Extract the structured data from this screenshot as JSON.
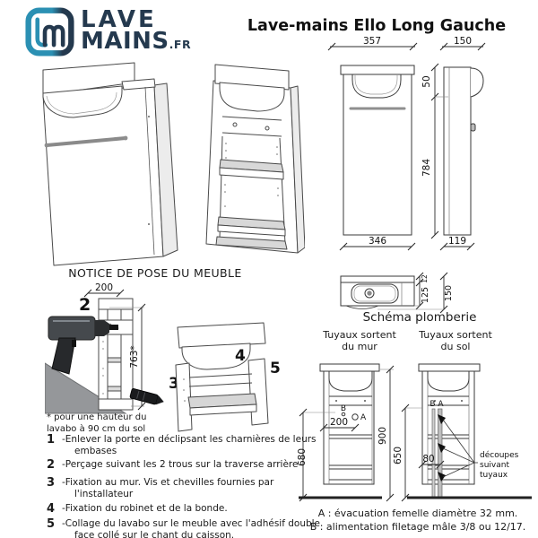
{
  "logo": {
    "line1": "LAVE",
    "line2": "MAINS",
    "suffix": ".FR",
    "teal": "#2b90b3",
    "navy": "#24394e"
  },
  "title": "Lave-mains Ello Long Gauche",
  "notice": {
    "heading": "NOTICE DE POSE DU MEUBLE",
    "footnote1": "* pour une hauteur du",
    "footnote2": "lavabo à 90 cm du sol"
  },
  "markers": {
    "m2": "2",
    "m3": "3",
    "m4": "4",
    "m5": "5"
  },
  "dims": {
    "front_top": "357",
    "front_bottom": "346",
    "side_top": "150",
    "basin_h": "50",
    "cab_h": "784",
    "side_bottom": "119",
    "plan_lip": "12",
    "plan_depth": "125",
    "plan_total": "150",
    "pose_w": "200",
    "pose_h": "763*",
    "mur_h": "680",
    "mur_w": "200",
    "sol_total": "900",
    "sol_pipe": "650",
    "sol_off": "80"
  },
  "plumbing": {
    "heading": "Schéma plomberie",
    "mur1": "Tuyaux sortent",
    "mur2": "du mur",
    "sol1": "Tuyaux sortent",
    "sol2": "du sol",
    "label_b": "B",
    "label_a": "A",
    "label_ba": "B A",
    "ann1": "découpes",
    "ann2": "suivant",
    "ann3": "tuyaux",
    "legend_a": "A : évacuation femelle diamètre 32 mm.",
    "legend_b": "B : alimentation filetage mâle 3/8 ou 12/17."
  },
  "steps": [
    {
      "num": "1",
      "text": "-Enlever la porte en déclipsant les charnières de leurs embases"
    },
    {
      "num": "2",
      "text": "-Perçage suivant les 2 trous sur la traverse arrière"
    },
    {
      "num": "3",
      "text": "-Fixation au mur. Vis et chevilles fournies par l'installateur"
    },
    {
      "num": "4",
      "text": "-Fixation du robinet et de la bonde."
    },
    {
      "num": "5",
      "text": "-Collage du lavabo sur le meuble avec l'adhésif double face collé sur le chant du caisson."
    }
  ]
}
